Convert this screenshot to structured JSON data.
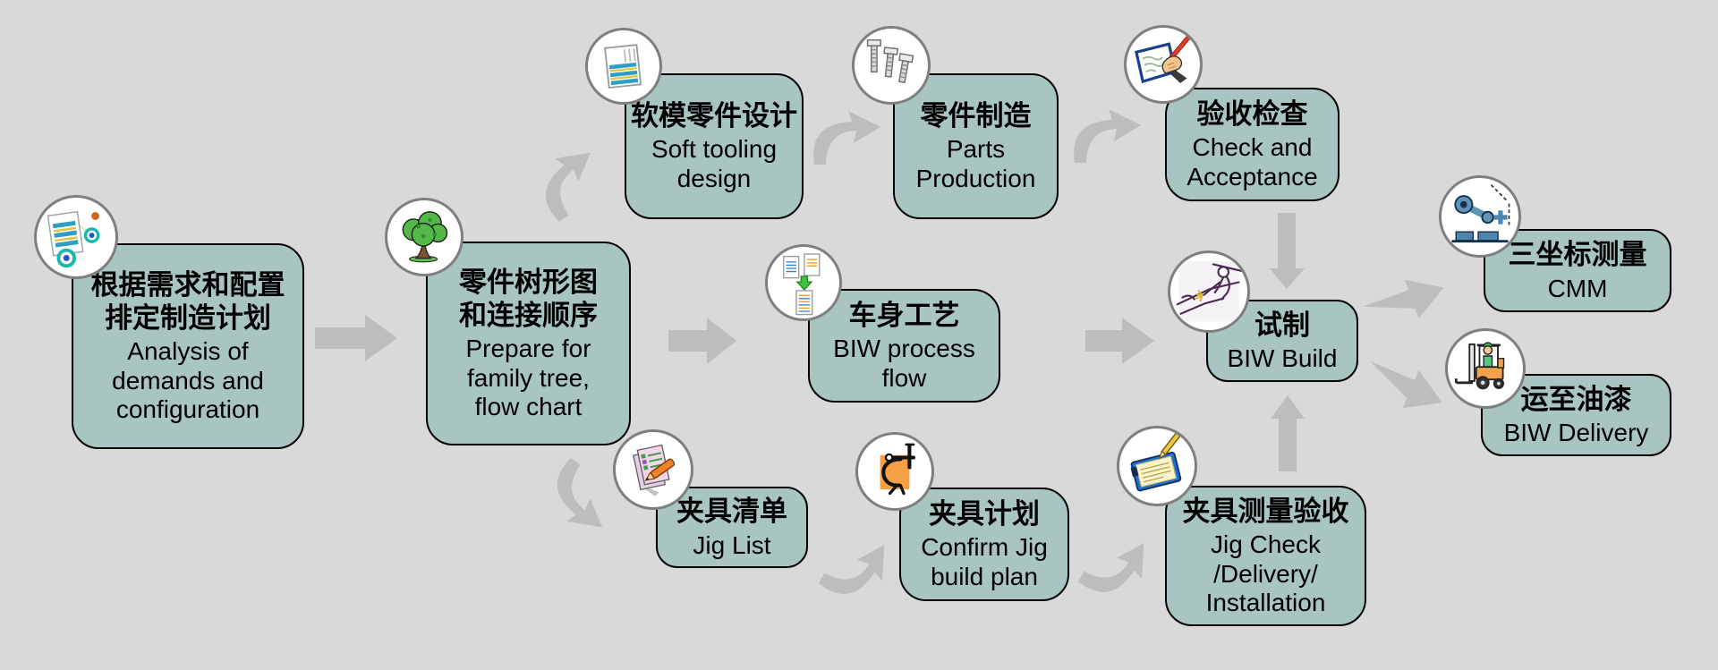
{
  "colors": {
    "background": "#d9d9d9",
    "node_fill": "#a9c5c2",
    "node_border": "#000000",
    "arrow": "#bdbdbd",
    "icon_ring": "#7f7f7f",
    "icon_bg": "#ffffff"
  },
  "nodes": {
    "analysis": {
      "zh": "根据需求和配置\n排定制造计划",
      "en": "Analysis of\ndemands and\nconfiguration",
      "icon": "planning-board-icon"
    },
    "family_tree": {
      "zh": "零件树形图\n和连接顺序",
      "en": "Prepare for\nfamily tree,\nflow chart",
      "icon": "tree-icon"
    },
    "soft_tooling": {
      "zh": "软模零件设计",
      "en": "Soft tooling\ndesign",
      "icon": "blinds-panel-icon"
    },
    "parts_production": {
      "zh": "零件制造",
      "en": "Parts\nProduction",
      "icon": "screws-icon"
    },
    "check_acceptance": {
      "zh": "验收检查",
      "en": "Check and\nAcceptance",
      "icon": "writing-hand-icon"
    },
    "biw_process": {
      "zh": "车身工艺",
      "en": "BIW process\nflow",
      "icon": "merge-documents-icon"
    },
    "biw_build": {
      "zh": "试制",
      "en": "BIW Build",
      "icon": "welding-icon"
    },
    "cmm": {
      "zh": "三坐标测量",
      "en": "CMM",
      "icon": "robot-arm-icon"
    },
    "delivery": {
      "zh": "运至油漆",
      "en": "BIW Delivery",
      "icon": "forklift-icon"
    },
    "jig_list": {
      "zh": "夹具清单",
      "en": "Jig List",
      "icon": "checklist-pencil-icon"
    },
    "jig_plan": {
      "zh": "夹具计划",
      "en": "Confirm Jig\nbuild plan",
      "icon": "clamp-icon"
    },
    "jig_check": {
      "zh": "夹具测量验收",
      "en": "Jig Check\n/Delivery/\nInstallation",
      "icon": "clipboard-pen-icon"
    }
  },
  "arrows": [
    {
      "name": "arrow-analysis-to-family-tree",
      "type": "block-right"
    },
    {
      "name": "arrow-family-tree-to-soft-tooling",
      "type": "curved-up-right"
    },
    {
      "name": "arrow-soft-tooling-to-parts",
      "type": "curved-over-right"
    },
    {
      "name": "arrow-parts-to-check-acceptance",
      "type": "curved-over-right"
    },
    {
      "name": "arrow-check-acceptance-to-biw-build",
      "type": "block-down"
    },
    {
      "name": "arrow-family-tree-to-biw-process",
      "type": "block-right"
    },
    {
      "name": "arrow-biw-process-to-biw-build",
      "type": "block-right"
    },
    {
      "name": "arrow-family-tree-to-jig-list",
      "type": "curved-down-right"
    },
    {
      "name": "arrow-jig-list-to-jig-plan",
      "type": "curved-under-right"
    },
    {
      "name": "arrow-jig-plan-to-jig-check",
      "type": "curved-under-right"
    },
    {
      "name": "arrow-jig-check-to-biw-build",
      "type": "block-up"
    },
    {
      "name": "arrow-biw-build-to-cmm",
      "type": "block-diagonal-up-right"
    },
    {
      "name": "arrow-biw-build-to-delivery",
      "type": "block-diagonal-down-right"
    }
  ]
}
